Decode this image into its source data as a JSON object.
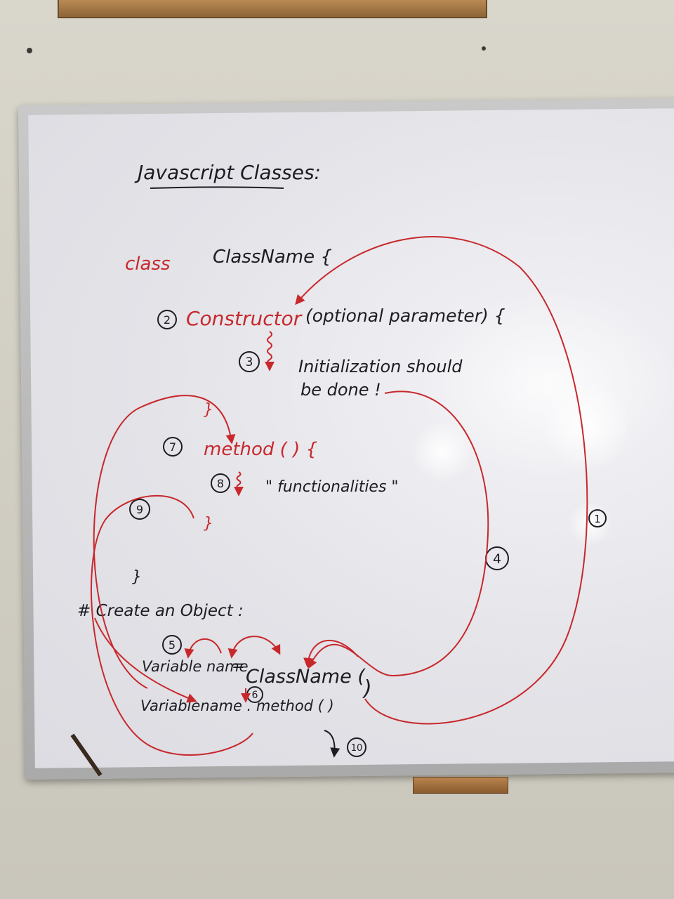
{
  "board": {
    "title": "Javascript Classes:",
    "keyword_class": "class",
    "class_name_open": "ClassName {",
    "constructor_keyword": "Constructor",
    "constructor_params": "(optional parameter) {",
    "init_line1": "Initialization should",
    "init_line2": "be done !",
    "brace_close_1": "}",
    "method_keyword": "method ( ) {",
    "functionalities": "\" functionalities \"",
    "brace_close_2": "}",
    "brace_close_3": "}",
    "create_heading": "# Create an Object :",
    "assign_left": "Variable name",
    "assign_eq": "=",
    "assign_right": "ClassName (",
    "assign_close": ")",
    "call_line": "Variablename . method ( )",
    "steps": [
      "1",
      "2",
      "3",
      "4",
      "5",
      "6",
      "7",
      "8",
      "9",
      "10"
    ]
  },
  "colors": {
    "ink_black": "#1c1c22",
    "ink_red": "#c8282c",
    "board": "#e6e6ea",
    "frame": "#b5b6b5",
    "wall": "#d3d0c6"
  }
}
